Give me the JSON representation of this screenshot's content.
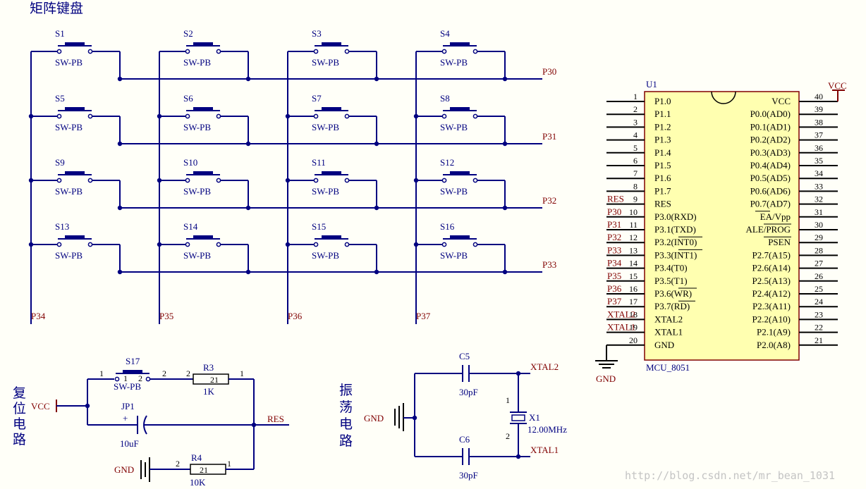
{
  "keyboard": {
    "title": "矩阵键盘",
    "switches": [
      "S1",
      "S2",
      "S3",
      "S4",
      "S5",
      "S6",
      "S7",
      "S8",
      "S9",
      "S10",
      "S11",
      "S12",
      "S13",
      "S14",
      "S15",
      "S16"
    ],
    "switch_type": "SW-PB",
    "row_nets": [
      "P30",
      "P31",
      "P32",
      "P33"
    ],
    "col_nets": [
      "P34",
      "P35",
      "P36",
      "P37"
    ]
  },
  "mcu": {
    "designator": "U1",
    "part": "MCU_8051",
    "left_pins": [
      {
        "num": "1",
        "name": "P1.0",
        "net": ""
      },
      {
        "num": "2",
        "name": "P1.1",
        "net": ""
      },
      {
        "num": "3",
        "name": "P1.2",
        "net": ""
      },
      {
        "num": "4",
        "name": "P1.3",
        "net": ""
      },
      {
        "num": "5",
        "name": "P1.4",
        "net": ""
      },
      {
        "num": "6",
        "name": "P1.5",
        "net": ""
      },
      {
        "num": "7",
        "name": "P1.6",
        "net": ""
      },
      {
        "num": "8",
        "name": "P1.7",
        "net": ""
      },
      {
        "num": "9",
        "name": "RES",
        "net": "RES"
      },
      {
        "num": "10",
        "name": "P3.0(RXD)",
        "net": "P30"
      },
      {
        "num": "11",
        "name": "P3.1(TXD)",
        "net": "P31"
      },
      {
        "num": "12",
        "name": "P3.2(INT0)",
        "net": "P32"
      },
      {
        "num": "13",
        "name": "P3.3(INT1)",
        "net": "P33"
      },
      {
        "num": "14",
        "name": "P3.4(T0)",
        "net": "P34"
      },
      {
        "num": "15",
        "name": "P3.5(T1)",
        "net": "P35"
      },
      {
        "num": "16",
        "name": "P3.6(WR)",
        "net": "P36"
      },
      {
        "num": "17",
        "name": "P3.7(RD)",
        "net": "P37"
      },
      {
        "num": "18",
        "name": "XTAL2",
        "net": "XTAL2"
      },
      {
        "num": "19",
        "name": "XTAL1",
        "net": "XTAL1"
      },
      {
        "num": "20",
        "name": "GND",
        "net": ""
      }
    ],
    "right_pins": [
      {
        "num": "40",
        "name": "VCC"
      },
      {
        "num": "39",
        "name": "P0.0(AD0)"
      },
      {
        "num": "38",
        "name": "P0.1(AD1)"
      },
      {
        "num": "37",
        "name": "P0.2(AD2)"
      },
      {
        "num": "36",
        "name": "P0.3(AD3)"
      },
      {
        "num": "35",
        "name": "P0.4(AD4)"
      },
      {
        "num": "34",
        "name": "P0.5(AD5)"
      },
      {
        "num": "33",
        "name": "P0.6(AD6)"
      },
      {
        "num": "32",
        "name": "P0.7(AD7)"
      },
      {
        "num": "31",
        "name": "EA/Vpp"
      },
      {
        "num": "30",
        "name": "ALE/PROG"
      },
      {
        "num": "29",
        "name": "PSEN"
      },
      {
        "num": "28",
        "name": "P2.7(A15)"
      },
      {
        "num": "27",
        "name": "P2.6(A14)"
      },
      {
        "num": "26",
        "name": "P2.5(A13)"
      },
      {
        "num": "25",
        "name": "P2.4(A12)"
      },
      {
        "num": "24",
        "name": "P2.3(A11)"
      },
      {
        "num": "23",
        "name": "P2.2(A10)"
      },
      {
        "num": "22",
        "name": "P2.1(A9)"
      },
      {
        "num": "21",
        "name": "P2.0(A8)"
      }
    ],
    "vcc_net": "VCC",
    "gnd_net": "GND"
  },
  "reset": {
    "title": [
      "复",
      "位",
      "电",
      "路"
    ],
    "vcc": "VCC",
    "gnd": "GND",
    "res_net": "RES",
    "switch": {
      "ref": "S17",
      "type": "SW-PB",
      "pin1": "1",
      "pin2": "2",
      "inner1": "1",
      "inner2": "2"
    },
    "r3": {
      "ref": "R3",
      "value": "1K",
      "pin_left": "2",
      "pin_right": "1",
      "body": "21"
    },
    "r4": {
      "ref": "R4",
      "value": "10K",
      "pin_left": "2",
      "pin_right": "1",
      "body": "21"
    },
    "cap": {
      "ref": "JP1",
      "value": "10uF",
      "polarity": "+"
    }
  },
  "osc": {
    "title": [
      "振",
      "荡",
      "电",
      "路"
    ],
    "gnd": "GND",
    "c5": {
      "ref": "C5",
      "value": "30pF"
    },
    "c6": {
      "ref": "C6",
      "value": "30pF"
    },
    "xtal": {
      "ref": "X1",
      "value": "12.00MHz",
      "pin_top": "1",
      "pin_bottom": "2"
    },
    "xtal2_net": "XTAL2",
    "xtal1_net": "XTAL1"
  },
  "watermark": "http://blog.csdn.net/mr_bean_1031"
}
